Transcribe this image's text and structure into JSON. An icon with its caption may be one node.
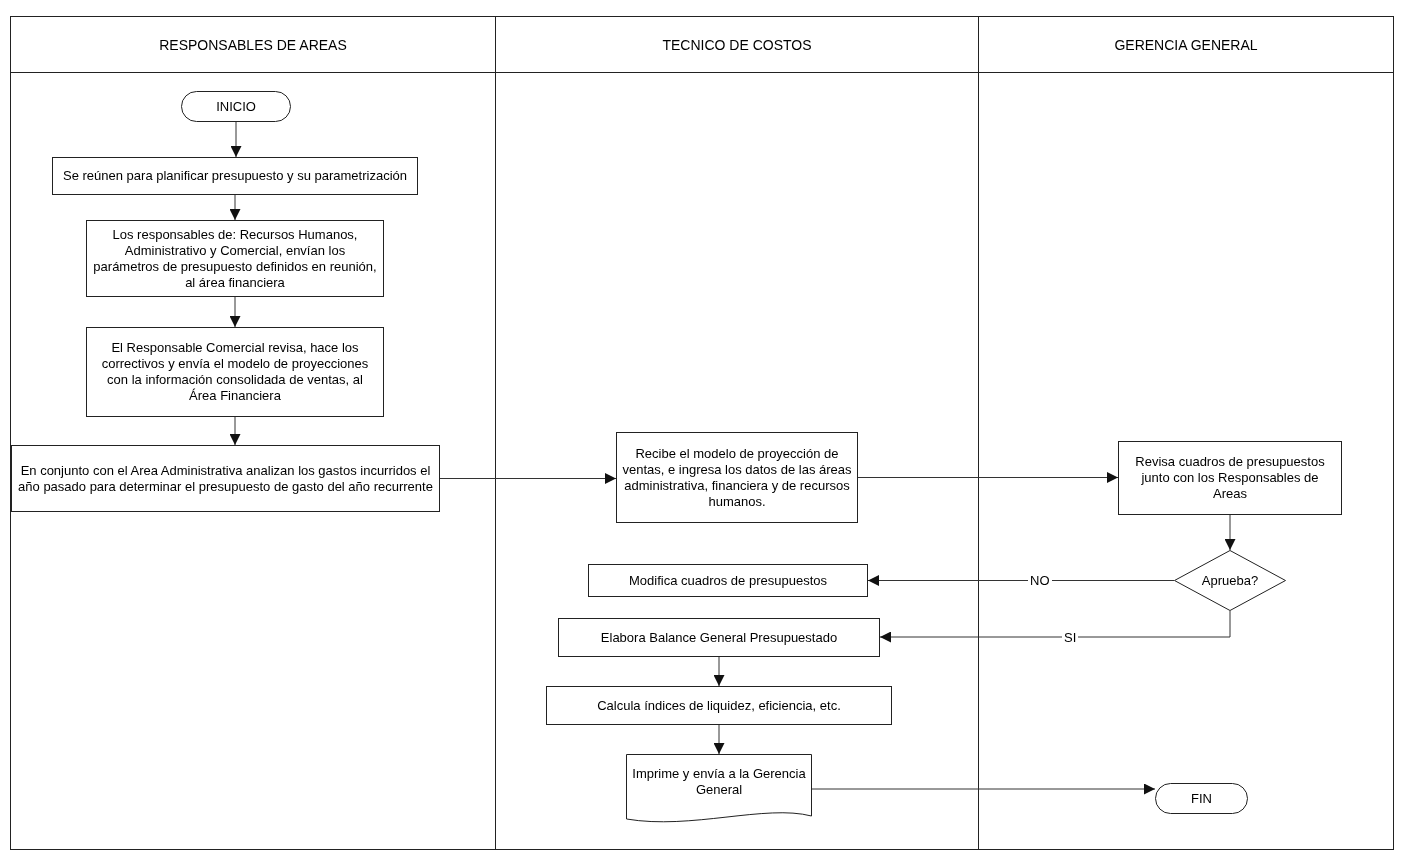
{
  "diagram": {
    "nodes": [
      {
        "text": [
          "RESPONSABLES DE AREAS"
        ]
      },
      {
        "text": [
          "TECNICO DE COSTOS"
        ]
      },
      {
        "text": [
          "GERENCIA GENERAL"
        ]
      },
      {
        "text": [
          "INICIO"
        ],
        "in": 0
      },
      {
        "text": [
          "Se reúnen para planificar  presupuesto y su parametrización"
        ],
        "in": 0
      },
      {
        "text": [
          "Los responsables de: Recursos Humanos, Administrativo y Comercial, envían los parámetros de presupuesto definidos en reunión, al área financiera"
        ],
        "in": 0
      },
      {
        "text": [
          "El Responsable Comercial  revisa, hace los correctivos y envía el modelo de proyecciones con la información consolidada de ventas, al Área Financiera"
        ],
        "in": 0
      },
      {
        "text": [
          "En conjunto con el Area Administrativa analizan los gastos incurridos el año pasado para determinar el presupuesto de gasto del año recurrente"
        ],
        "in": 0
      },
      {
        "text": [
          "Recibe el modelo de proyección de ventas, e ingresa los datos de las áreas administrativa, financiera y de recursos humanos."
        ],
        "in": 1
      },
      {
        "text": [
          "Modifica cuadros de presupuestos"
        ],
        "in": 1
      },
      {
        "text": [
          "Elabora Balance General Presupuestado"
        ],
        "in": 1
      },
      {
        "text": [
          "Calcula índices de liquidez, eficiencia, etc."
        ],
        "in": 1
      },
      {
        "text": [
          "Imprime y envía a la Gerencia General"
        ],
        "in": 1
      },
      {
        "text": [
          "Revisa cuadros de presupuestos junto con los Responsables de Areas"
        ],
        "in": 2
      },
      {
        "text": [
          "Aprueba?"
        ],
        "in": 2
      },
      {
        "text": [
          "FIN"
        ],
        "in": 2
      }
    ],
    "edges": [
      {
        "from": 3,
        "to": 4,
        "arrow": "to"
      },
      {
        "from": 4,
        "to": 5,
        "arrow": "to"
      },
      {
        "from": 5,
        "to": 6,
        "arrow": "to"
      },
      {
        "from": 6,
        "to": 7,
        "arrow": "to"
      },
      {
        "from": 7,
        "to": 8,
        "arrow": "to"
      },
      {
        "from": 8,
        "to": 13,
        "arrow": "to"
      },
      {
        "from": 13,
        "to": 14,
        "arrow": "to"
      },
      {
        "from": 14,
        "to": 9,
        "arrow": "to",
        "label": "NO"
      },
      {
        "from": 14,
        "to": 10,
        "arrow": "to",
        "label": "SI"
      },
      {
        "from": 10,
        "to": 11,
        "arrow": "to"
      },
      {
        "from": 11,
        "to": 12,
        "arrow": "to"
      },
      {
        "from": 12,
        "to": 15,
        "arrow": "to"
      }
    ]
  }
}
